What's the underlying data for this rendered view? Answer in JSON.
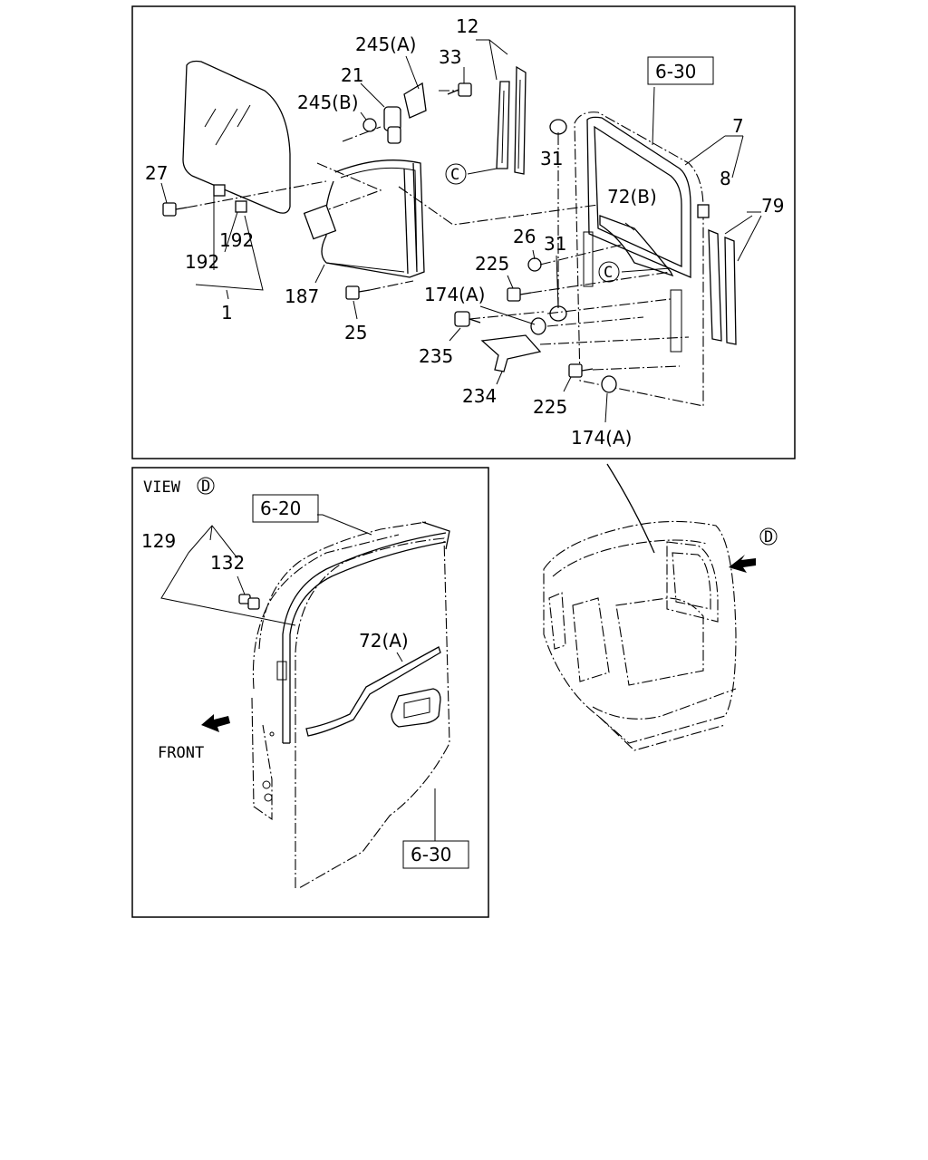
{
  "top_panel": {
    "labels": {
      "p12": "12",
      "p245a": "245(A)",
      "p33": "33",
      "p21": "21",
      "p245b": "245(B)",
      "p27": "27",
      "p192a": "192",
      "p192b": "192",
      "p1": "1",
      "p187": "187",
      "p25": "25",
      "p31a": "31",
      "p31b": "31",
      "p72b": "72(B)",
      "p7": "7",
      "p8": "8",
      "p79": "79",
      "p26": "26",
      "p225a": "225",
      "p225b": "225",
      "p174a": "174(A)",
      "p174b": "174(A)",
      "p235": "235",
      "p234": "234",
      "ref630": "6-30",
      "c1": "C",
      "c2": "C"
    }
  },
  "view_panel": {
    "title": "VIEW",
    "view_marker": "D",
    "labels": {
      "p129": "129",
      "p132": "132",
      "p72a": "72(A)",
      "front": "FRONT",
      "ref620": "6-20",
      "ref630": "6-30"
    }
  },
  "cab_view": {
    "marker": "D"
  }
}
